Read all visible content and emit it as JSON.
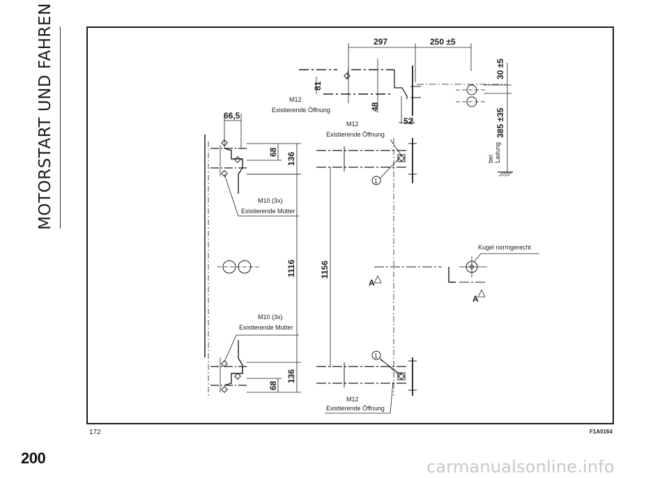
{
  "sidebar": {
    "title": "MOTORSTART UND FAHREN"
  },
  "page": {
    "number": "200"
  },
  "figure": {
    "number": "172",
    "code": "F1A0164"
  },
  "watermark": "carmanualsonline.info",
  "dimensions": {
    "d297": "297",
    "d250": "250 ±5",
    "d81": "81",
    "d48": "48",
    "d52": "52",
    "d30": "30 ±5",
    "d385": "385 ±35",
    "d665": "66,5",
    "d68a": "68",
    "d136a": "136",
    "d1116": "1116",
    "d1156": "1156",
    "d68b": "68",
    "d136b": "136"
  },
  "labels": {
    "m12_top": "M12",
    "open_top": "Existierende Öffnung",
    "m12_mid": "M12",
    "open_mid": "Existierende Öffnung",
    "m12_bot": "M12",
    "open_bot": "Existierende Öffnung",
    "m10_top": "M10 (3x)",
    "nut_top": "Existierende Mutter",
    "m10_bot": "M10 (3x)",
    "nut_bot": "Existierende Mutter",
    "bei": "bei",
    "ladung": "Ladung",
    "kugel": "Kugel normgerecht",
    "callout1a": "1",
    "callout1b": "1",
    "sectionA1": "A",
    "sectionA2": "A"
  }
}
